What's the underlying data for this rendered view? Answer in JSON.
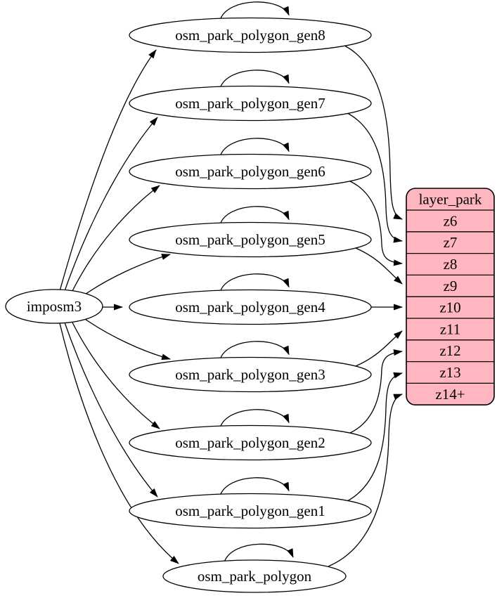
{
  "diagram": {
    "source_node": {
      "id": "imposm3",
      "label": "imposm3"
    },
    "table_nodes": [
      {
        "id": "osm_park_polygon_gen8",
        "label": "osm_park_polygon_gen8"
      },
      {
        "id": "osm_park_polygon_gen7",
        "label": "osm_park_polygon_gen7"
      },
      {
        "id": "osm_park_polygon_gen6",
        "label": "osm_park_polygon_gen6"
      },
      {
        "id": "osm_park_polygon_gen5",
        "label": "osm_park_polygon_gen5"
      },
      {
        "id": "osm_park_polygon_gen4",
        "label": "osm_park_polygon_gen4"
      },
      {
        "id": "osm_park_polygon_gen3",
        "label": "osm_park_polygon_gen3"
      },
      {
        "id": "osm_park_polygon_gen2",
        "label": "osm_park_polygon_gen2"
      },
      {
        "id": "osm_park_polygon_gen1",
        "label": "osm_park_polygon_gen1"
      },
      {
        "id": "osm_park_polygon",
        "label": "osm_park_polygon"
      }
    ],
    "layer_node": {
      "id": "layer_park",
      "title": "layer_park",
      "rows": [
        {
          "id": "z6",
          "label": "z6"
        },
        {
          "id": "z7",
          "label": "z7"
        },
        {
          "id": "z8",
          "label": "z8"
        },
        {
          "id": "z9",
          "label": "z9"
        },
        {
          "id": "z10",
          "label": "z10"
        },
        {
          "id": "z11",
          "label": "z11"
        },
        {
          "id": "z12",
          "label": "z12"
        },
        {
          "id": "z13",
          "label": "z13"
        },
        {
          "id": "z14plus",
          "label": "z14+"
        }
      ]
    },
    "edges": {
      "from_source": [
        "osm_park_polygon_gen8",
        "osm_park_polygon_gen7",
        "osm_park_polygon_gen6",
        "osm_park_polygon_gen5",
        "osm_park_polygon_gen4",
        "osm_park_polygon_gen3",
        "osm_park_polygon_gen2",
        "osm_park_polygon_gen1",
        "osm_park_polygon"
      ],
      "self_loops": [
        "osm_park_polygon_gen8",
        "osm_park_polygon_gen7",
        "osm_park_polygon_gen6",
        "osm_park_polygon_gen5",
        "osm_park_polygon_gen4",
        "osm_park_polygon_gen3",
        "osm_park_polygon_gen2",
        "osm_park_polygon_gen1",
        "osm_park_polygon"
      ],
      "to_layer": [
        {
          "from": "osm_park_polygon_gen8",
          "to": "z6"
        },
        {
          "from": "osm_park_polygon_gen7",
          "to": "z7"
        },
        {
          "from": "osm_park_polygon_gen6",
          "to": "z8"
        },
        {
          "from": "osm_park_polygon_gen5",
          "to": "z9"
        },
        {
          "from": "osm_park_polygon_gen4",
          "to": "z10"
        },
        {
          "from": "osm_park_polygon_gen3",
          "to": "z11"
        },
        {
          "from": "osm_park_polygon_gen2",
          "to": "z12"
        },
        {
          "from": "osm_park_polygon_gen1",
          "to": "z13"
        },
        {
          "from": "osm_park_polygon",
          "to": "z14plus"
        }
      ]
    },
    "colors": {
      "background": "#ffffff",
      "node_fill": "#ffffff",
      "layer_fill": "#ffb6c1",
      "stroke": "#000000",
      "text": "#000000"
    }
  }
}
